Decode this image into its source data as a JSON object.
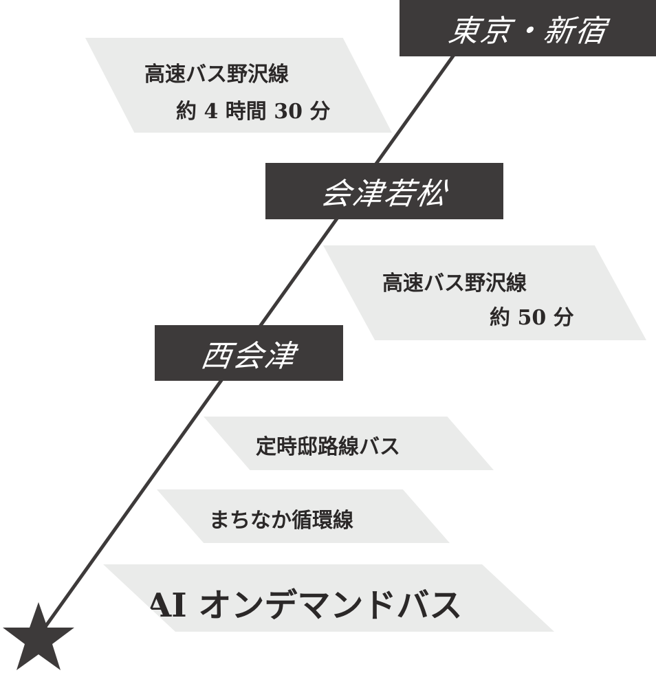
{
  "stations": {
    "tokyo": "東京・新宿",
    "aizu": "会津若松",
    "nishiaizu": "西会津"
  },
  "segments": {
    "seg1": {
      "line": "高速バス野沢線",
      "time": "約 4 時間 30 分"
    },
    "seg2": {
      "line": "高速バス野沢線",
      "time": "約 50 分"
    },
    "seg3": {
      "label": "定時邸路線バス"
    },
    "seg4": {
      "label": "まちなか循環線"
    },
    "seg5": {
      "label": "AI オンデマンドバス"
    }
  },
  "colors": {
    "station_bg": "#3d3a3a",
    "segment_bg": "#eaebea",
    "line": "#3d3a3a"
  },
  "icons": {
    "destination": "star-icon"
  }
}
